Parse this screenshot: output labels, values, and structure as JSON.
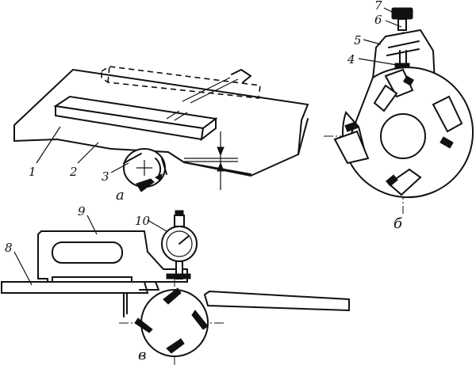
{
  "figure": {
    "labels": {
      "n1": "1",
      "n2": "2",
      "n3": "3",
      "n4": "4",
      "n5": "5",
      "n6": "6",
      "n7": "7",
      "n8": "8",
      "n9": "9",
      "n10": "10"
    },
    "captions": {
      "a": "а",
      "b": "б",
      "v": "в"
    }
  }
}
